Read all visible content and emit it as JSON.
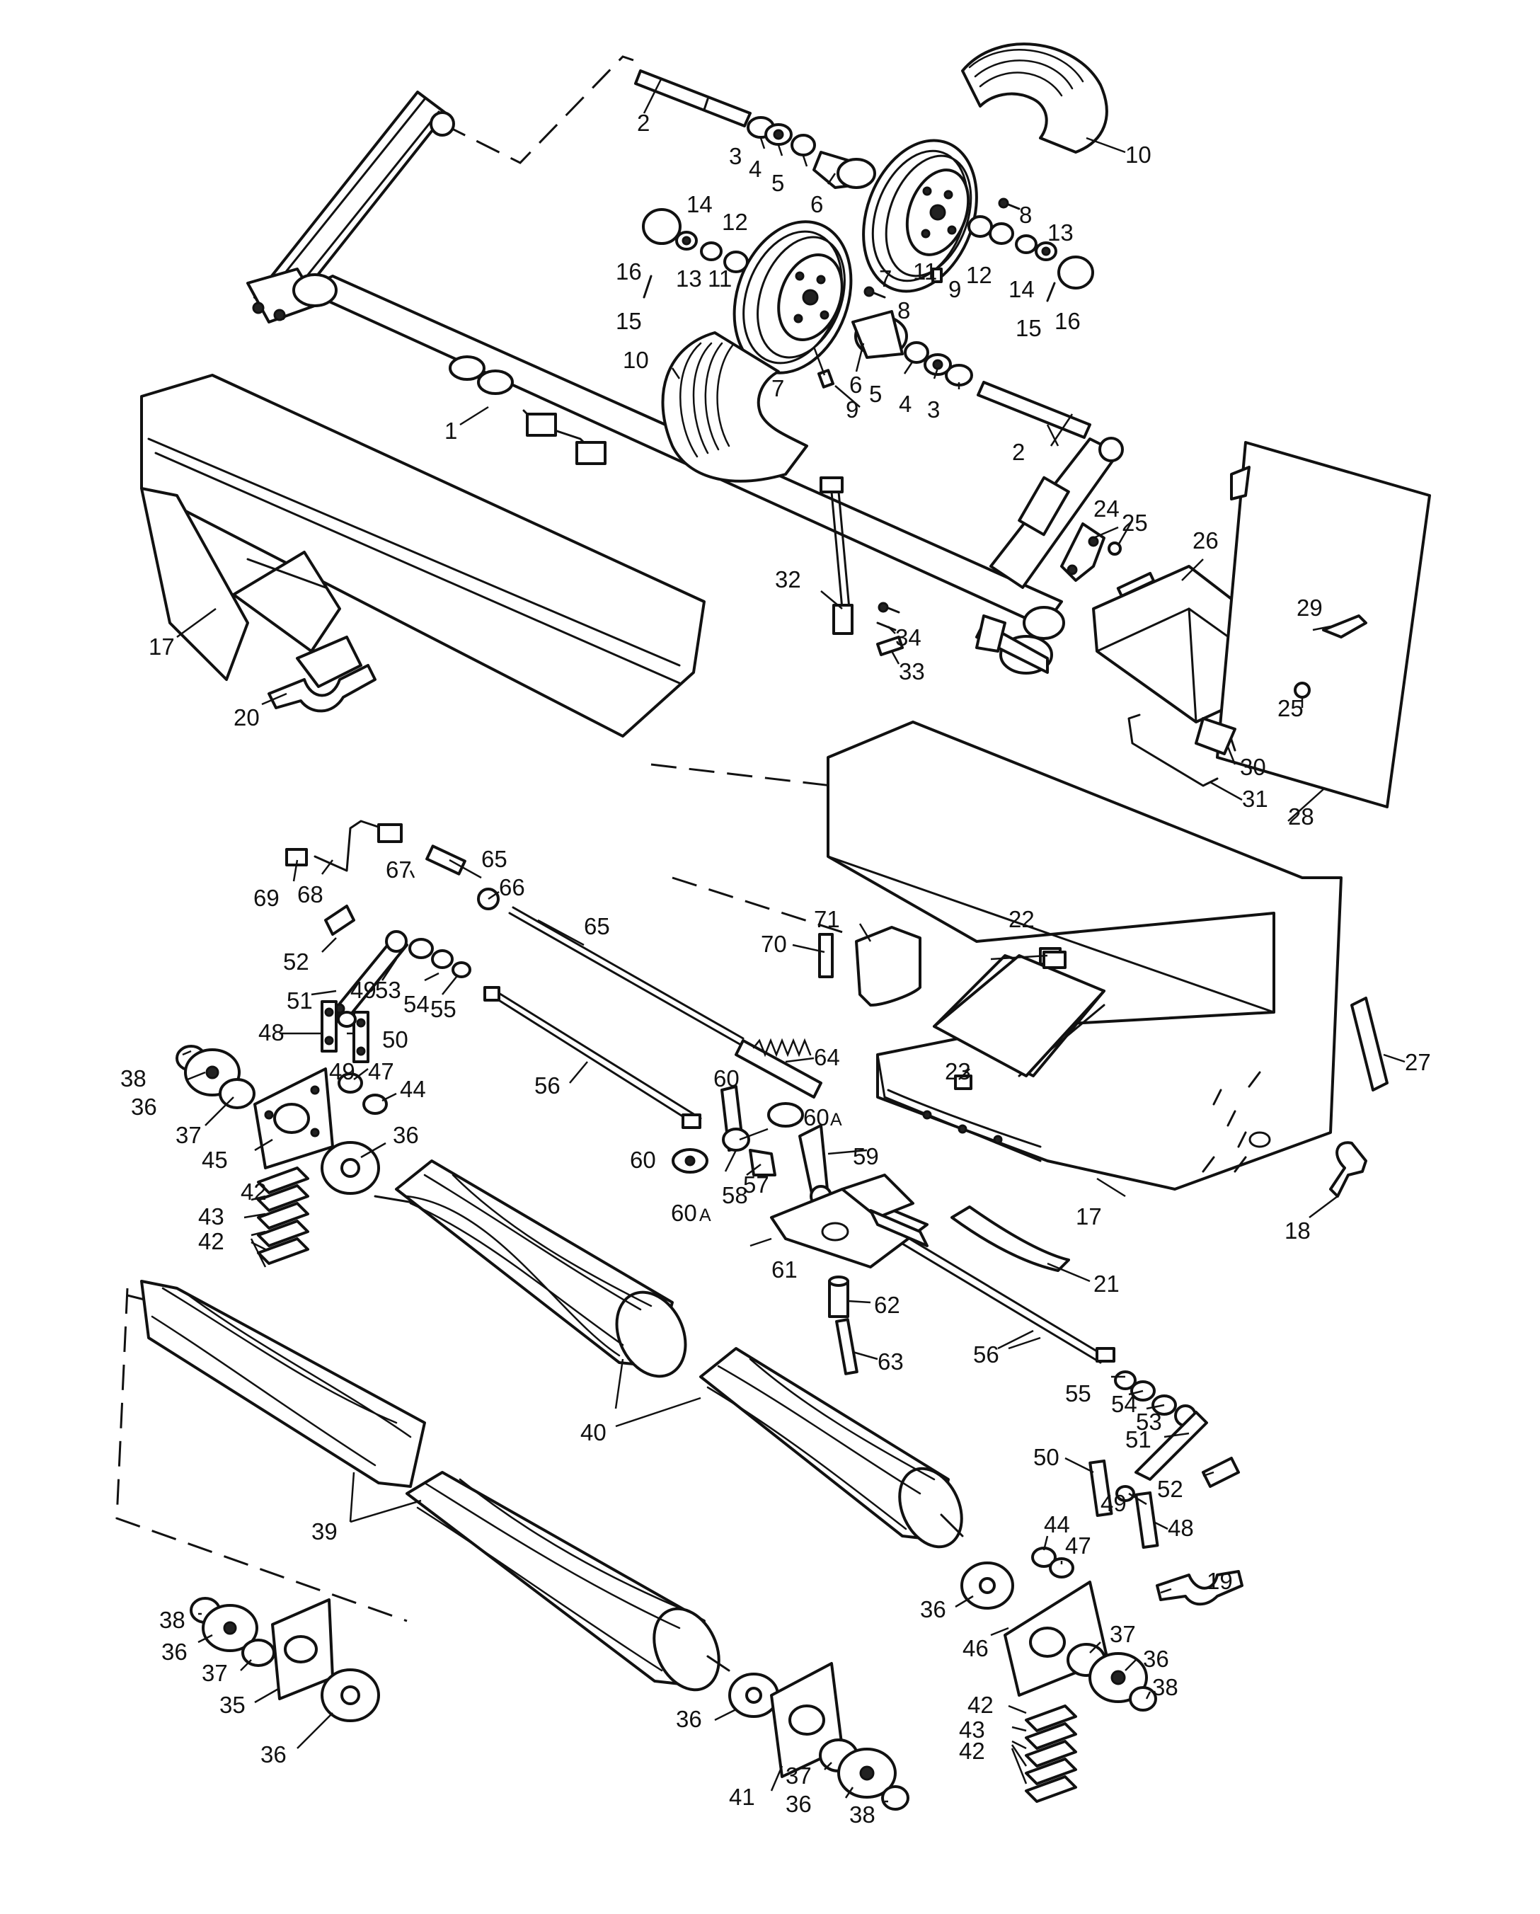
{
  "callouts": [
    {
      "id": "1",
      "text": "1"
    },
    {
      "id": "2a",
      "text": "2"
    },
    {
      "id": "2b",
      "text": "2"
    },
    {
      "id": "3a",
      "text": "3"
    },
    {
      "id": "3b",
      "text": "3"
    },
    {
      "id": "4a",
      "text": "4"
    },
    {
      "id": "4b",
      "text": "4"
    },
    {
      "id": "5a",
      "text": "5"
    },
    {
      "id": "5b",
      "text": "5"
    },
    {
      "id": "6a",
      "text": "6"
    },
    {
      "id": "6b",
      "text": "6"
    },
    {
      "id": "7a",
      "text": "7"
    },
    {
      "id": "7b",
      "text": "7"
    },
    {
      "id": "8a",
      "text": "8"
    },
    {
      "id": "8b",
      "text": "8"
    },
    {
      "id": "9a",
      "text": "9"
    },
    {
      "id": "9b",
      "text": "9"
    },
    {
      "id": "10a",
      "text": "10"
    },
    {
      "id": "10b",
      "text": "10"
    },
    {
      "id": "11a",
      "text": "11"
    },
    {
      "id": "11b",
      "text": "11"
    },
    {
      "id": "12a",
      "text": "12"
    },
    {
      "id": "12b",
      "text": "12"
    },
    {
      "id": "13a",
      "text": "13"
    },
    {
      "id": "13b",
      "text": "13"
    },
    {
      "id": "14a",
      "text": "14"
    },
    {
      "id": "14b",
      "text": "14"
    },
    {
      "id": "15a",
      "text": "15"
    },
    {
      "id": "15b",
      "text": "15"
    },
    {
      "id": "16a",
      "text": "16"
    },
    {
      "id": "16b",
      "text": "16"
    },
    {
      "id": "17a",
      "text": "17"
    },
    {
      "id": "17b",
      "text": "17"
    },
    {
      "id": "18",
      "text": "18"
    },
    {
      "id": "19",
      "text": "19"
    },
    {
      "id": "20",
      "text": "20"
    },
    {
      "id": "21",
      "text": "21"
    },
    {
      "id": "22",
      "text": "22"
    },
    {
      "id": "23",
      "text": "23"
    },
    {
      "id": "24",
      "text": "24"
    },
    {
      "id": "25a",
      "text": "25"
    },
    {
      "id": "25b",
      "text": "25"
    },
    {
      "id": "26",
      "text": "26"
    },
    {
      "id": "27",
      "text": "27"
    },
    {
      "id": "28",
      "text": "28"
    },
    {
      "id": "29",
      "text": "29"
    },
    {
      "id": "30",
      "text": "30"
    },
    {
      "id": "31",
      "text": "31"
    },
    {
      "id": "32",
      "text": "32"
    },
    {
      "id": "33",
      "text": "33"
    },
    {
      "id": "34",
      "text": "34"
    },
    {
      "id": "35",
      "text": "35"
    },
    {
      "id": "36a",
      "text": "36"
    },
    {
      "id": "36b",
      "text": "36"
    },
    {
      "id": "36c",
      "text": "36"
    },
    {
      "id": "36d",
      "text": "36"
    },
    {
      "id": "36e",
      "text": "36"
    },
    {
      "id": "36f",
      "text": "36"
    },
    {
      "id": "36g",
      "text": "36"
    },
    {
      "id": "36h",
      "text": "36"
    },
    {
      "id": "37a",
      "text": "37"
    },
    {
      "id": "37b",
      "text": "37"
    },
    {
      "id": "37c",
      "text": "37"
    },
    {
      "id": "37d",
      "text": "37"
    },
    {
      "id": "38a",
      "text": "38"
    },
    {
      "id": "38b",
      "text": "38"
    },
    {
      "id": "38c",
      "text": "38"
    },
    {
      "id": "38d",
      "text": "38"
    },
    {
      "id": "39",
      "text": "39"
    },
    {
      "id": "40",
      "text": "40"
    },
    {
      "id": "41",
      "text": "41"
    },
    {
      "id": "42a",
      "text": "42"
    },
    {
      "id": "42b",
      "text": "42"
    },
    {
      "id": "42c",
      "text": "42"
    },
    {
      "id": "42d",
      "text": "42"
    },
    {
      "id": "43a",
      "text": "43"
    },
    {
      "id": "43b",
      "text": "43"
    },
    {
      "id": "44a",
      "text": "44"
    },
    {
      "id": "44b",
      "text": "44"
    },
    {
      "id": "45",
      "text": "45"
    },
    {
      "id": "46",
      "text": "46"
    },
    {
      "id": "47a",
      "text": "47"
    },
    {
      "id": "47b",
      "text": "47"
    },
    {
      "id": "48a",
      "text": "48"
    },
    {
      "id": "48b",
      "text": "48"
    },
    {
      "id": "49a",
      "text": "49"
    },
    {
      "id": "49b",
      "text": "49"
    },
    {
      "id": "49c",
      "text": "49"
    },
    {
      "id": "50a",
      "text": "50"
    },
    {
      "id": "50b",
      "text": "50"
    },
    {
      "id": "51a",
      "text": "51"
    },
    {
      "id": "51b",
      "text": "51"
    },
    {
      "id": "52a",
      "text": "52"
    },
    {
      "id": "52b",
      "text": "52"
    },
    {
      "id": "53a",
      "text": "53"
    },
    {
      "id": "53b",
      "text": "53"
    },
    {
      "id": "54a",
      "text": "54"
    },
    {
      "id": "54b",
      "text": "54"
    },
    {
      "id": "55a",
      "text": "55"
    },
    {
      "id": "55b",
      "text": "55"
    },
    {
      "id": "56a",
      "text": "56"
    },
    {
      "id": "56b",
      "text": "56"
    },
    {
      "id": "57",
      "text": "57"
    },
    {
      "id": "58",
      "text": "58"
    },
    {
      "id": "59",
      "text": "59"
    },
    {
      "id": "60a",
      "text": "60"
    },
    {
      "id": "60b",
      "text": "60"
    },
    {
      "id": "60c",
      "text": "60"
    },
    {
      "id": "60d",
      "text": "60"
    },
    {
      "id": "61",
      "text": "61"
    },
    {
      "id": "62",
      "text": "62"
    },
    {
      "id": "63",
      "text": "63"
    },
    {
      "id": "64",
      "text": "64"
    },
    {
      "id": "65a",
      "text": "65"
    },
    {
      "id": "65b",
      "text": "65"
    },
    {
      "id": "66",
      "text": "66"
    },
    {
      "id": "67",
      "text": "67"
    },
    {
      "id": "68",
      "text": "68"
    },
    {
      "id": "69",
      "text": "69"
    },
    {
      "id": "70",
      "text": "70"
    },
    {
      "id": "71",
      "text": "71"
    }
  ],
  "callout_suffix": "A"
}
